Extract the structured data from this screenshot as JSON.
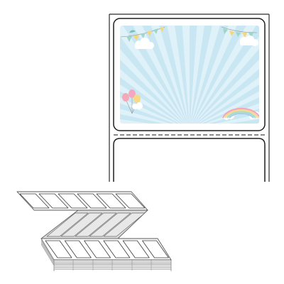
{
  "product": {
    "type": "fanfold-label-stock",
    "label_shape": "rectangle-rounded-corners",
    "print_design": "pastel-sunburst-party",
    "colors": {
      "backing_outline": "#2b2b2b",
      "label_outline": "#1f1f1f",
      "sky_light": "#e8f6fb",
      "sky_ray": "#c8e6f3",
      "perforation": "#444444",
      "fanfold_face": "#ffffff",
      "fanfold_shadow": "#d4d4d4",
      "fanfold_edge": "#7a7a7a"
    },
    "decorations": [
      "pennant-bunting-left",
      "pennant-bunting-right",
      "bird-icon",
      "cloud-icon",
      "balloons-icon",
      "rainbow-icon"
    ]
  }
}
